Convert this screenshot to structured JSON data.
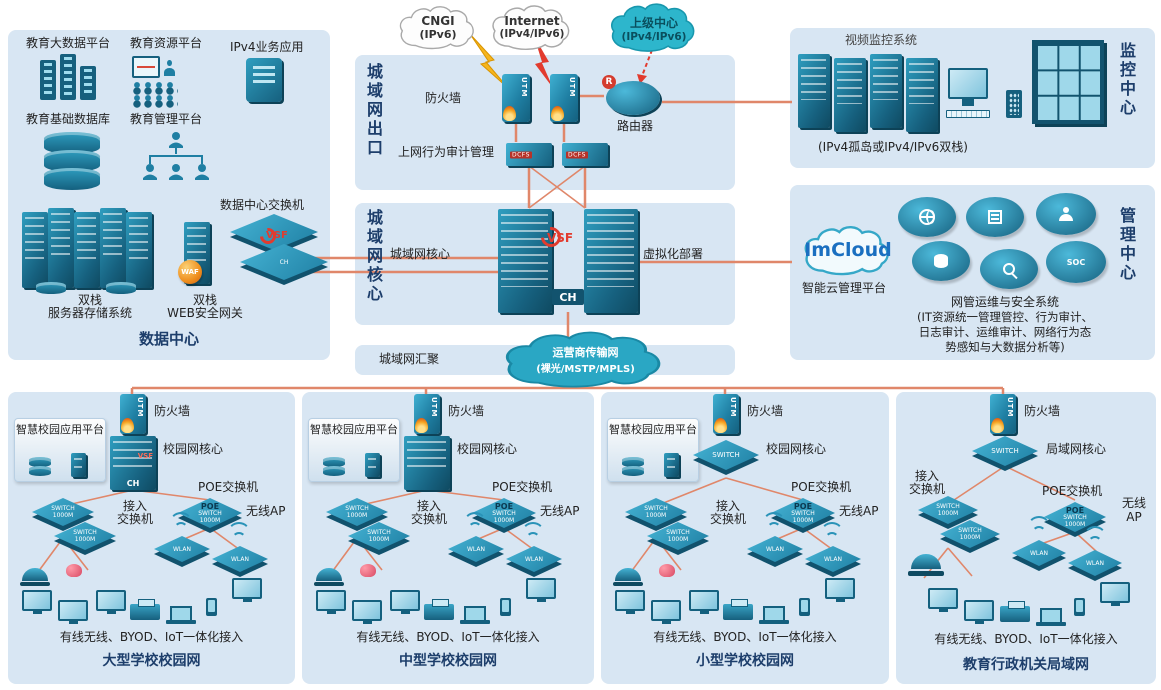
{
  "clouds": {
    "cngi_l1": "CNGI",
    "cngi_l2": "(IPv6)",
    "internet_l1": "Internet",
    "internet_l2": "(IPv4/IPv6)",
    "upper_l1": "上级中心",
    "upper_l2": "(IPv4/IPv6)",
    "carrier_l1": "运营商传输网",
    "carrier_l2": "(裸光/MSTP/MPLS)"
  },
  "exit": {
    "title": "城域网出口",
    "firewall": "防火墙",
    "audit": "上网行为审计管理",
    "router": "路由器"
  },
  "core": {
    "title": "城域网核心",
    "label": "城域网核心",
    "virtual": "虚拟化部署",
    "agg": "城域网汇聚"
  },
  "datacenter": {
    "title": "数据中心",
    "bigdata": "教育大数据平台",
    "resource": "教育资源平台",
    "ipv4": "IPv4业务应用",
    "basedb": "教育基础数据库",
    "mgmt": "教育管理平台",
    "dcswitch": "数据中心交换机",
    "storage_l1": "双栈",
    "storage_l2": "服务器存储系统",
    "waf_l1": "双栈",
    "waf_l2": "WEB安全网关"
  },
  "monitor": {
    "title": "监控中心",
    "video": "视频监控系统",
    "note": "(IPv4孤岛或IPv4/IPv6双栈)"
  },
  "mgmt": {
    "title": "管理中心",
    "imcloud": "ImCloud",
    "platform": "智能云管理平台",
    "sys1": "网管运维与安全系统",
    "sys2": "(IT资源统一管理管控、行为审计、",
    "sys3": "日志审计、运维审计、网络行为态",
    "sys4": "势感知与大数据分析等)"
  },
  "devices": {
    "utm": "UTM",
    "dcfs": "DCFS",
    "vsf": "VSF",
    "ch": "CH",
    "waf": "WAF",
    "switch": "SWITCH",
    "sw1000": "SWITCH 1000M",
    "poe": "POE",
    "wlan": "WLAN",
    "soc": "SOC",
    "r": "R"
  },
  "campuses": [
    {
      "title": "大型学校校园网",
      "smart": "智慧校园应用平台",
      "firewall": "防火墙",
      "core": "校园网核心",
      "poe": "POE交换机",
      "access_l1": "接入",
      "access_l2": "交换机",
      "ap": "无线AP",
      "bottom": "有线无线、BYOD、IoT一体化接入"
    },
    {
      "title": "中型学校校园网",
      "smart": "智慧校园应用平台",
      "firewall": "防火墙",
      "core": "校园网核心",
      "poe": "POE交换机",
      "access_l1": "接入",
      "access_l2": "交换机",
      "ap": "无线AP",
      "bottom": "有线无线、BYOD、IoT一体化接入"
    },
    {
      "title": "小型学校校园网",
      "smart": "智慧校园应用平台",
      "firewall": "防火墙",
      "core": "校园网核心",
      "poe": "POE交换机",
      "access_l1": "接入",
      "access_l2": "交换机",
      "ap": "无线AP",
      "bottom": "有线无线、BYOD、IoT一体化接入"
    },
    {
      "title": "教育行政机关局域网",
      "firewall": "防火墙",
      "core": "局域网核心",
      "poe": "POE交换机",
      "access_l1": "接入",
      "access_l2": "交换机",
      "ap": "无线AP",
      "bottom": "有线无线、BYOD、IoT一体化接入"
    }
  ]
}
